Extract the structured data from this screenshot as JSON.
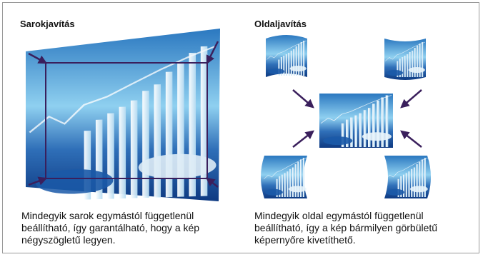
{
  "left_panel": {
    "title": "Sarokjavítás",
    "caption_lines": [
      "Mindegyik sarok egymástól függetlenül",
      "beállítható, így garantálható, hogy a kép",
      "négyszögletű legyen."
    ]
  },
  "right_panel": {
    "title": "Oldaljavítás",
    "caption_lines": [
      "Mindegyik oldal egymástól függetlenül",
      "beállítható, így a kép bármilyen görbületű",
      "képernyőre kivetíthető."
    ]
  },
  "colors": {
    "arrow": "#3a1f5c",
    "image_dark": "#0f3f8a",
    "image_light": "#7fc4ec",
    "border": "#9a9a9a"
  }
}
